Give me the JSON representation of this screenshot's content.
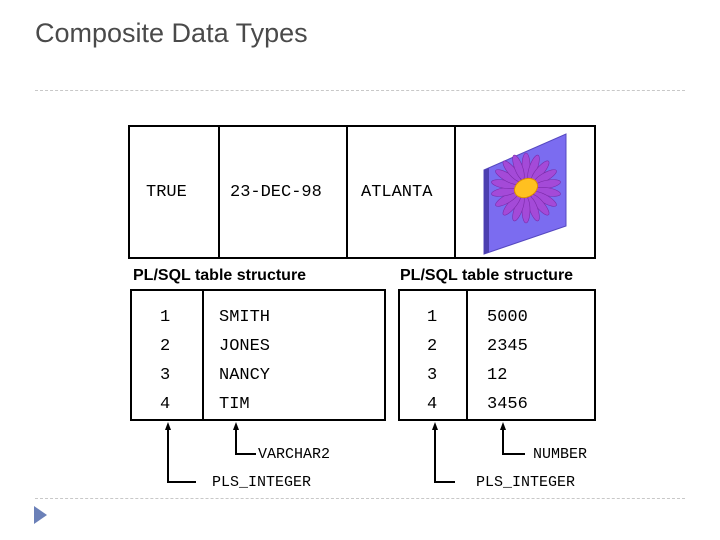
{
  "slide": {
    "title": "Composite Data Types"
  },
  "record": {
    "fields": [
      "TRUE",
      "23-DEC-98",
      "ATLANTA"
    ],
    "image_icon": "flower-icon"
  },
  "tables": [
    {
      "label": "PL/SQL table structure",
      "keys": [
        "1",
        "2",
        "3",
        "4"
      ],
      "values": [
        "SMITH",
        "JONES",
        "NANCY",
        "TIM"
      ],
      "value_type": "VARCHAR2",
      "key_type": "PLS_INTEGER"
    },
    {
      "label": "PL/SQL table structure",
      "keys": [
        "1",
        "2",
        "3",
        "4"
      ],
      "values": [
        "5000",
        "2345",
        "12",
        "3456"
      ],
      "value_type": "NUMBER",
      "key_type": "PLS_INTEGER"
    }
  ],
  "colors": {
    "title": "#4a4a4a",
    "bullet": "#6b80b8",
    "flower_bg": "#7b6cf0",
    "petals": "#a44ad8",
    "center": "#ffc020"
  },
  "icons": {
    "bullet": "triangle-bullet-icon"
  }
}
